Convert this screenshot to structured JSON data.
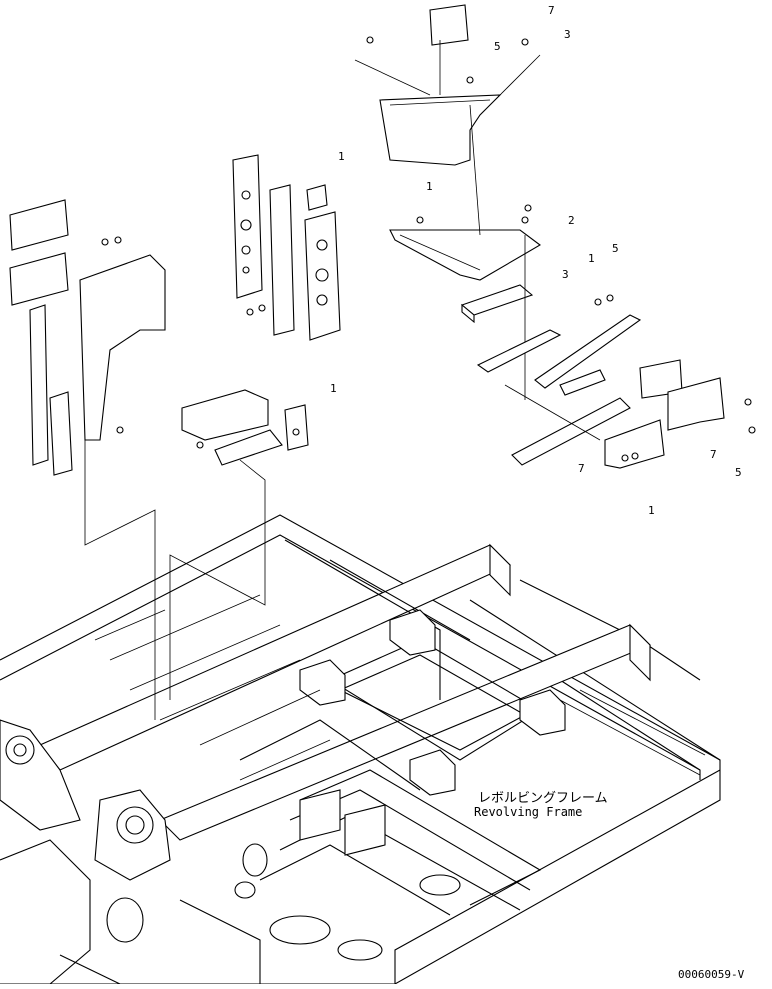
{
  "caption": {
    "japanese": "レボルビングフレーム",
    "english": "Revolving Frame"
  },
  "drawing_code": "00060059-V",
  "callout_numbers": [
    "7",
    "3",
    "5",
    "1",
    "2",
    "1",
    "3",
    "5",
    "7",
    "5",
    "1",
    "1",
    "1",
    "7"
  ]
}
